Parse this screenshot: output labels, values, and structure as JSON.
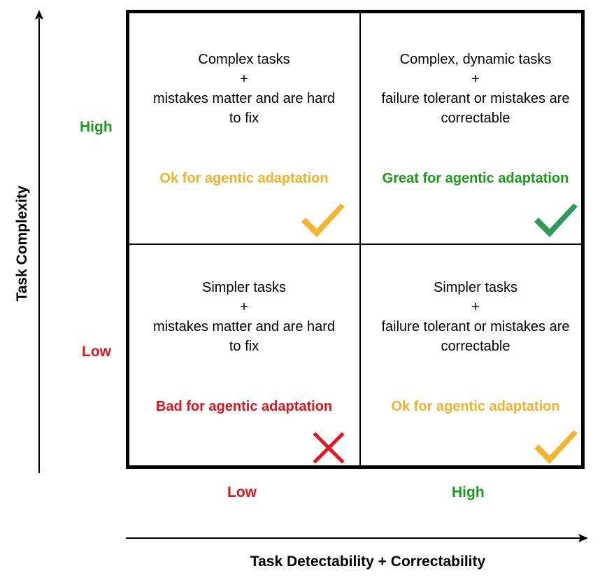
{
  "colors": {
    "green": "#1c9a1c",
    "red": "#e0141b",
    "orange": "#f0b22a",
    "check_green": "#2e9b5b",
    "check_orange": "#f2b52d",
    "cross_red": "#e8141e"
  },
  "y_axis": {
    "title": "Task Complexity",
    "high_label": "High",
    "low_label": "Low"
  },
  "x_axis": {
    "title": "Task Detectability + Correctability",
    "low_label": "Low",
    "high_label": "High"
  },
  "quadrants": {
    "top_left": {
      "line1": "Complex tasks",
      "line2": "+",
      "line3": "mistakes matter and are hard",
      "line4": "to fix",
      "verdict": "Ok for agentic adaptation",
      "icon": "check-icon"
    },
    "top_right": {
      "line1": "Complex, dynamic tasks",
      "line2": "+",
      "line3": "failure tolerant or mistakes are",
      "line4": "correctable",
      "verdict": "Great for agentic adaptation",
      "icon": "check-icon"
    },
    "bottom_left": {
      "line1": "Simpler tasks",
      "line2": "+",
      "line3": "mistakes matter and are hard",
      "line4": "to fix",
      "verdict": "Bad for agentic adaptation",
      "icon": "cross-icon"
    },
    "bottom_right": {
      "line1": "Simpler tasks",
      "line2": "+",
      "line3": "failure tolerant or mistakes are",
      "line4": "correctable",
      "verdict": "Ok for agentic adaptation",
      "icon": "check-icon"
    }
  }
}
